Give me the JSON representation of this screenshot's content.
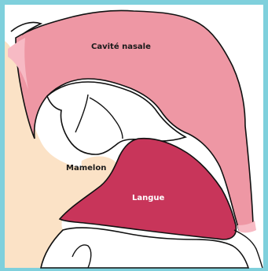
{
  "labels": {
    "nasal_cavity": "Cavité nasale",
    "nipple": "Mamelon",
    "tongue": "Langue"
  },
  "colors": {
    "border": "#7fd0dc",
    "panel": "#ffffff",
    "skin": "#fbe2c6",
    "nasal_cavity": "#ee97a4",
    "tongue": "#c8355a",
    "outline": "#111111"
  }
}
